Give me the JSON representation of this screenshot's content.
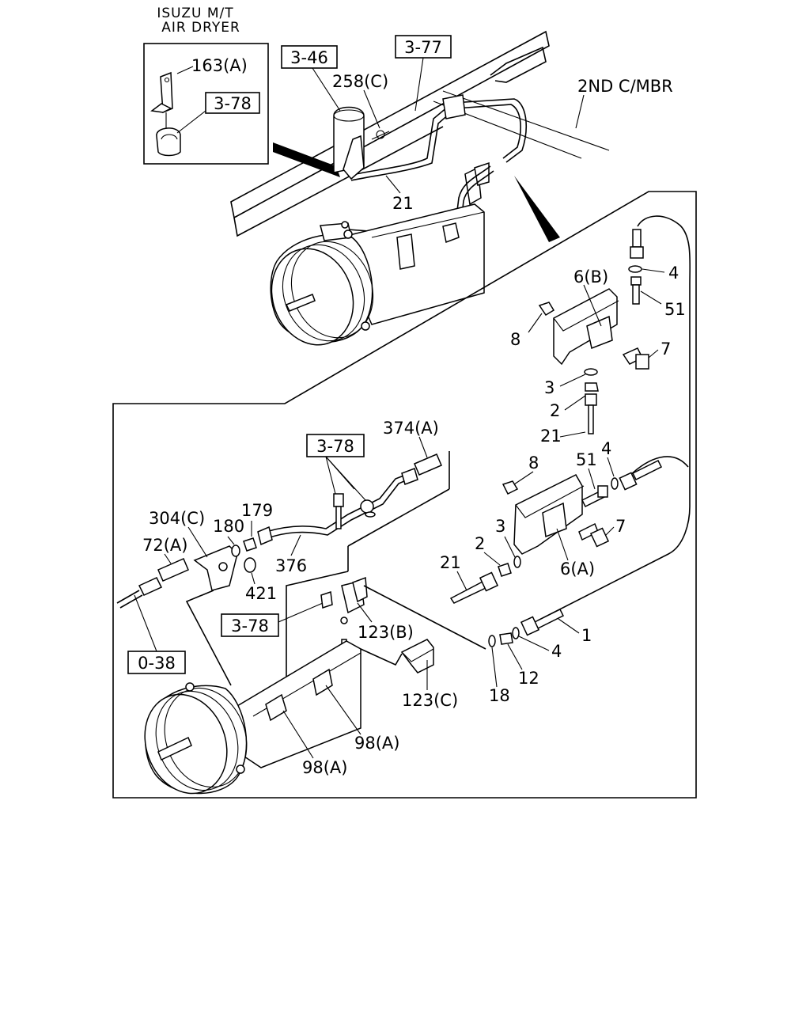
{
  "inset": {
    "title_line1": "ISUZU M/T",
    "title_line2": "AIR DRYER",
    "part_163a": "163(A)",
    "ref_378": "3-78"
  },
  "refs": {
    "r346": "3-46",
    "r377": "3-77",
    "r378_mid": "3-78",
    "r378_low": "3-78",
    "r038": "0-38"
  },
  "labels": {
    "second_cmbr": "2ND C/MBR",
    "p258c": "258(C)",
    "p21_top": "21",
    "p4_a": "4",
    "p6b": "6(B)",
    "p51_a": "51",
    "p8_a": "8",
    "p7_a": "7",
    "p3_a": "3",
    "p2_a": "2",
    "p21_a": "21",
    "p374a": "374(A)",
    "p8_b": "8",
    "p51_b": "51",
    "p4_b": "4",
    "p3_b": "3",
    "p7_b": "7",
    "p2_b": "2",
    "p21_b": "21",
    "p6a": "6(A)",
    "p304c": "304(C)",
    "p179": "179",
    "p180": "180",
    "p72a": "72(A)",
    "p376": "376",
    "p421": "421",
    "p123b": "123(B)",
    "p1": "1",
    "p4_c": "4",
    "p12": "12",
    "p18": "18",
    "p123c": "123(C)",
    "p98a_right": "98(A)",
    "p98a_left": "98(A)"
  }
}
